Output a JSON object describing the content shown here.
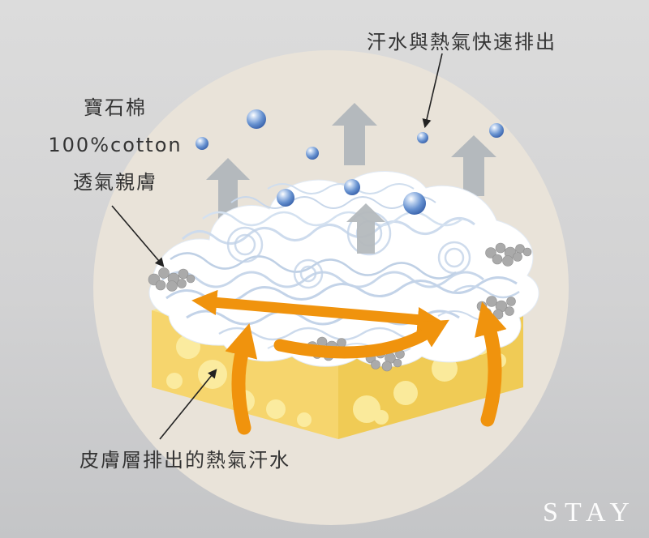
{
  "annotations": {
    "sweat_heat_out": "汗水與熱氣快速排出",
    "cotton_line1": "寶石棉",
    "cotton_line2": "100%cotton",
    "cotton_line3": "透氣親膚",
    "skin_heat": "皮膚層排出的熱氣汗水"
  },
  "watermark": "STAY",
  "colors": {
    "background_top": "#dcdcdc",
    "background_bottom": "#c4c5c7",
    "circle": "#e9e3d9",
    "skin_top": "#f9e38b",
    "skin_left": "#f6d56d",
    "skin_right": "#f0cb55",
    "skin_pores": "#fcf0a8",
    "cotton_fill": "#ffffff",
    "cotton_strand": "#c8d7ea",
    "vapor_arrow": "#b4b9bd",
    "airflow_arrow": "#f0930d",
    "droplet": "#3058a3",
    "fiber_cluster": "#aaaaaa",
    "pointer_line": "#222222",
    "label_text": "#333333",
    "watermark_color": "#ffffff"
  }
}
